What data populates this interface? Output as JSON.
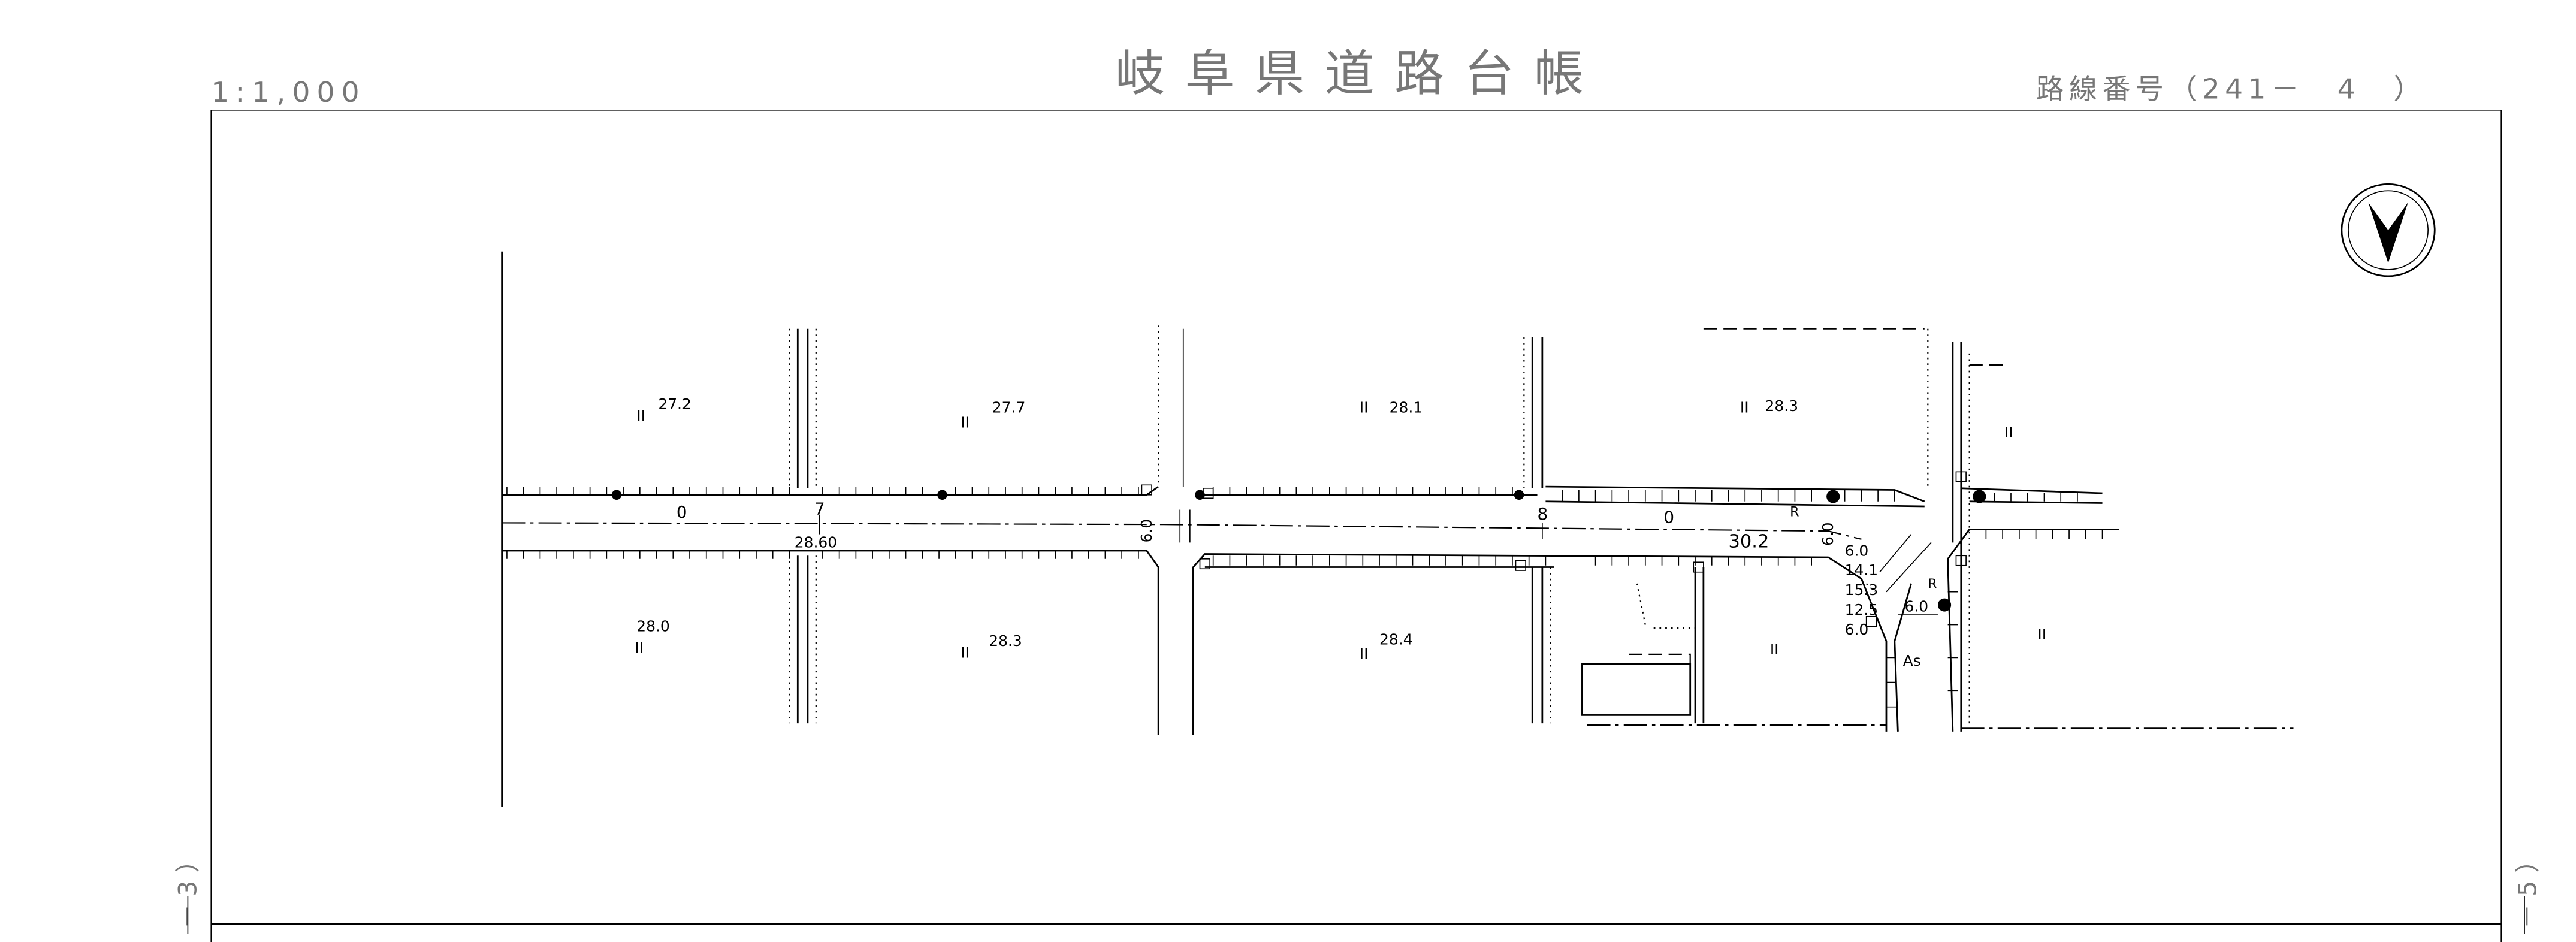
{
  "header": {
    "scale": "1:1,000",
    "title": "岐阜県道路台帳",
    "route_number": "路線番号（241－　4　）"
  },
  "side_labels": {
    "left": "－ 3 ）",
    "right": "－ 5 ）"
  },
  "map": {
    "elevations": [
      "27.2",
      "27.7",
      "28.1",
      "28.3",
      "28.0",
      "28.3",
      "28.4"
    ],
    "field_symbol": "II",
    "station_labels": [
      "7",
      "8"
    ],
    "centerline_marks": [
      "0",
      "0"
    ],
    "centerline_elevation": "28.60",
    "road_width_labels": [
      "6.0",
      "6.0"
    ],
    "intersection_dims": [
      "6.0",
      "14.1",
      "15.3",
      "12.5",
      "6.0",
      "6.0"
    ],
    "distance_label": "30.2",
    "curve_labels": [
      "R",
      "R"
    ],
    "surface_label": "As"
  }
}
